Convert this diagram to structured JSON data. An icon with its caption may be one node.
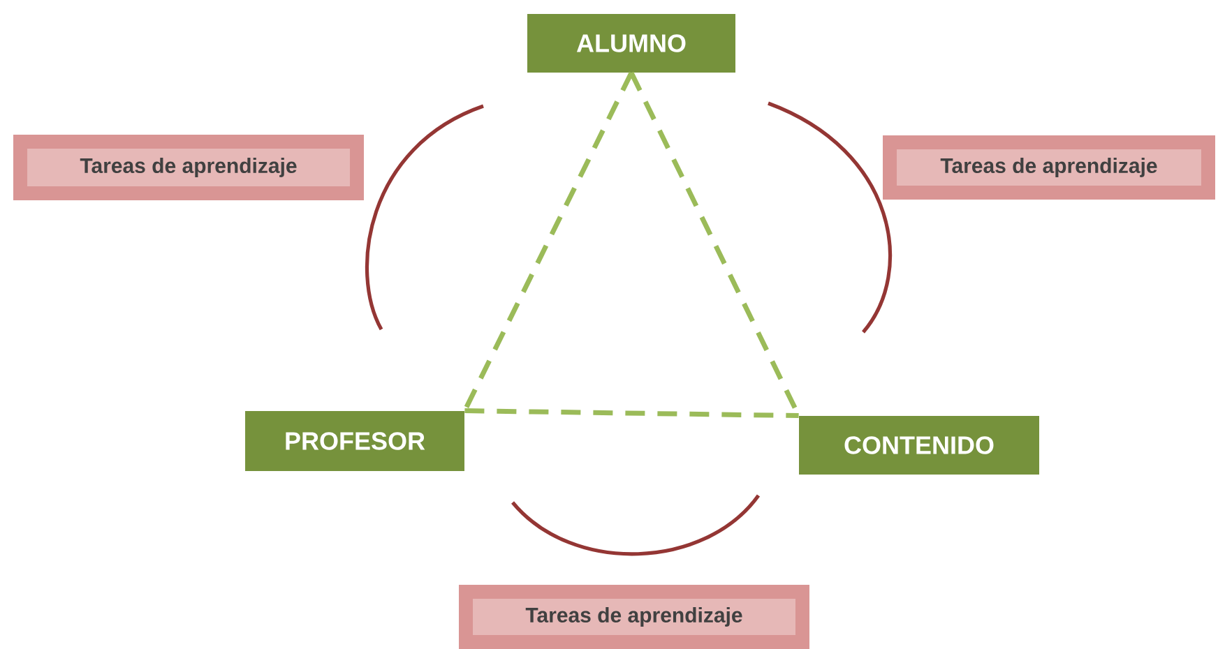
{
  "diagram": {
    "nodes": [
      {
        "text": [
          "ALUMNO"
        ]
      },
      {
        "text": [
          "PROFESOR"
        ]
      },
      {
        "text": [
          "CONTENIDO"
        ]
      },
      {
        "text": [
          "Tareas de aprendizaje"
        ]
      },
      {
        "text": [
          "Tareas de aprendizaje"
        ]
      },
      {
        "text": [
          "Tareas de aprendizaje"
        ]
      }
    ],
    "edges": [
      {
        "from": 0,
        "to": 1,
        "arrow": "none",
        "style": "dashed"
      },
      {
        "from": 0,
        "to": 2,
        "arrow": "none",
        "style": "dashed"
      },
      {
        "from": 1,
        "to": 2,
        "arrow": "none",
        "style": "dashed"
      }
    ]
  }
}
